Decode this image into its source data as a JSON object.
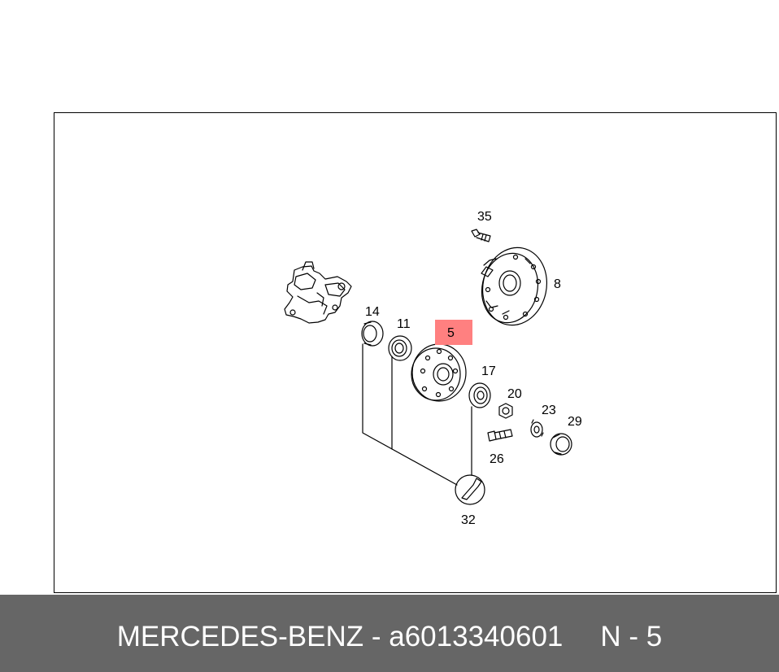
{
  "diagram": {
    "callouts": {
      "c35": "35",
      "c8": "8",
      "c14": "14",
      "c11": "11",
      "c5": "5",
      "c17": "17",
      "c20": "20",
      "c23": "23",
      "c29": "29",
      "c26": "26",
      "c32": "32"
    },
    "highlight_color": "#ff8080",
    "stroke_color": "#000000"
  },
  "footer": {
    "brand": "MERCEDES-BENZ",
    "separator": "-",
    "part_number": "a6013340601",
    "position": "N - 5",
    "background": "#666666"
  }
}
